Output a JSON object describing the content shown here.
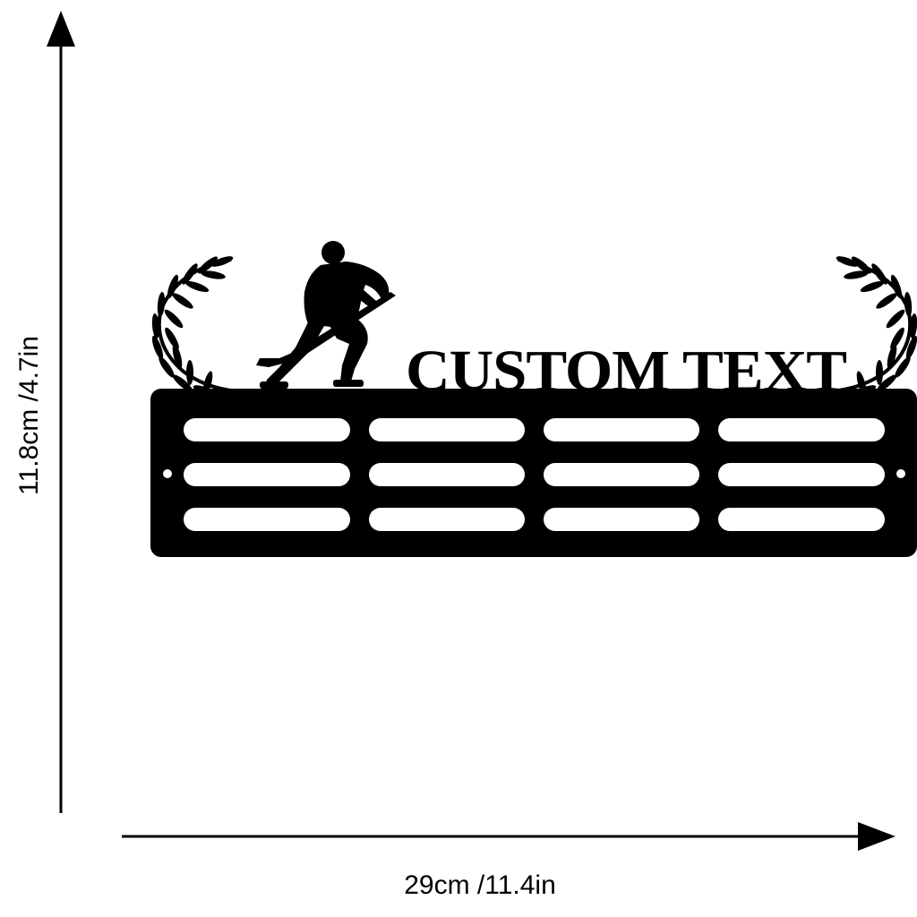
{
  "product": {
    "custom_text": "CUSTOM TEXT"
  },
  "dimensions": {
    "height_label": "11.8cm /4.7in",
    "width_label": "29cm /11.4in"
  },
  "colors": {
    "metal": "#000000",
    "background": "#ffffff"
  }
}
